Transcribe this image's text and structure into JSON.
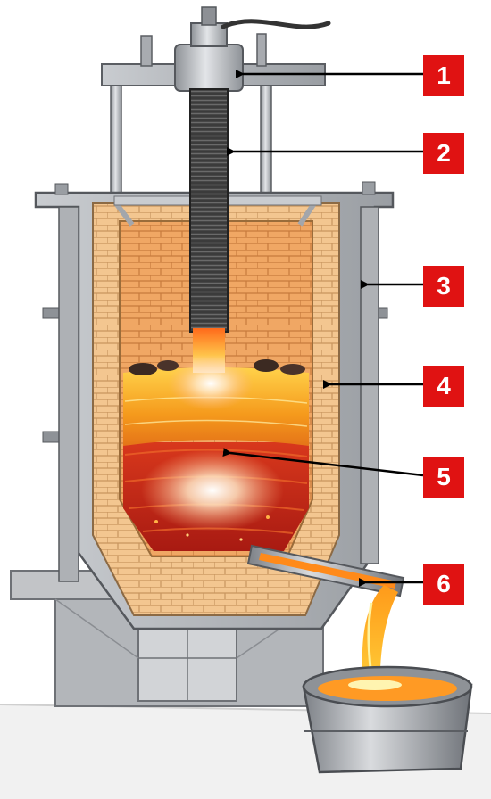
{
  "diagram": {
    "labels": [
      {
        "id": "1",
        "text": "1",
        "part": "electrode-clamp"
      },
      {
        "id": "2",
        "text": "2",
        "part": "graphite-electrode"
      },
      {
        "id": "3",
        "text": "3",
        "part": "steel-shell"
      },
      {
        "id": "4",
        "text": "4",
        "part": "refractory-lining"
      },
      {
        "id": "5",
        "text": "5",
        "part": "molten-metal"
      },
      {
        "id": "6",
        "text": "6",
        "part": "pouring-spout"
      }
    ],
    "colors": {
      "label_bg": "#e01212",
      "label_text": "#ffffff",
      "steel": "#b9bcc0",
      "brick": "#f1c48c",
      "slag": "#f7a52a",
      "melt": "#c92618",
      "electrode": "#3a3a3a"
    }
  }
}
